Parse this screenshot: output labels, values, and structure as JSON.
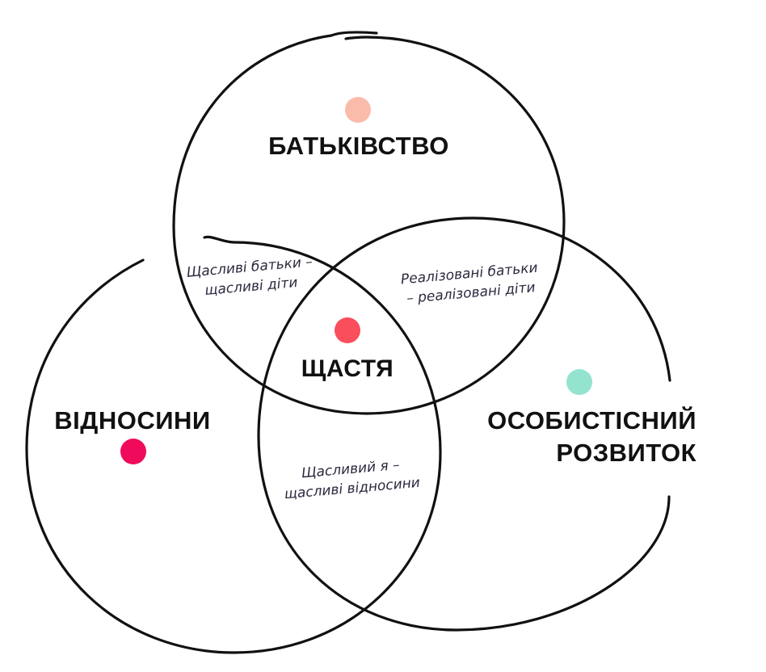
{
  "diagram": {
    "sets": [
      {
        "id": "parenthood",
        "label_lines": [
          "БАТЬКІВСТВО"
        ],
        "dot_color": "#FBBBAA"
      },
      {
        "id": "relationships",
        "label_lines": [
          "ВІДНОСИНИ"
        ],
        "dot_color": "#F00A5B"
      },
      {
        "id": "personal-growth",
        "label_lines": [
          "ОСОБИСТІСНИЙ",
          "РОЗВИТОК"
        ],
        "dot_color": "#93E3CF"
      }
    ],
    "intersections": [
      {
        "id": "parenthood-relationships",
        "lines": [
          "Щасливі батьки –",
          "щасливі діти"
        ]
      },
      {
        "id": "parenthood-growth",
        "lines": [
          "Реалізовані батьки",
          "– реалізовані діти"
        ]
      },
      {
        "id": "relationships-growth",
        "lines": [
          "Щасливий я –",
          "щасливі відносини"
        ]
      }
    ],
    "center": {
      "label": "ЩАСТЯ",
      "dot_color": "#FA4E5D"
    },
    "stroke_color": "#111111"
  }
}
